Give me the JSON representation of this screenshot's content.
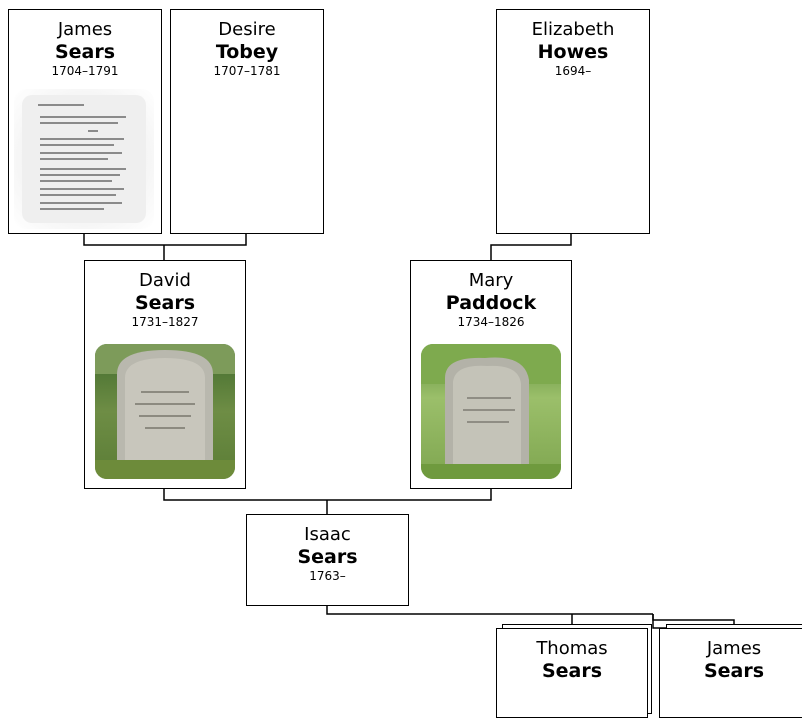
{
  "people": {
    "james_sr": {
      "given": "James",
      "surname": "Sears",
      "dates": "1704–1791",
      "photo": "document-scan"
    },
    "desire": {
      "given": "Desire",
      "surname": "Tobey",
      "dates": "1707–1781"
    },
    "elizabeth": {
      "given": "Elizabeth",
      "surname": "Howes",
      "dates": "1694–"
    },
    "david": {
      "given": "David",
      "surname": "Sears",
      "dates": "1731–1827",
      "photo": "gravestone"
    },
    "mary": {
      "given": "Mary",
      "surname": "Paddock",
      "dates": "1734–1826",
      "photo": "gravestone"
    },
    "isaac": {
      "given": "Isaac",
      "surname": "Sears",
      "dates": "1763–"
    },
    "thomas": {
      "given": "Thomas",
      "surname": "Sears"
    },
    "james_jr": {
      "given": "James",
      "surname": "Sears"
    }
  },
  "colors": {
    "border": "#000000",
    "background": "#ffffff"
  }
}
